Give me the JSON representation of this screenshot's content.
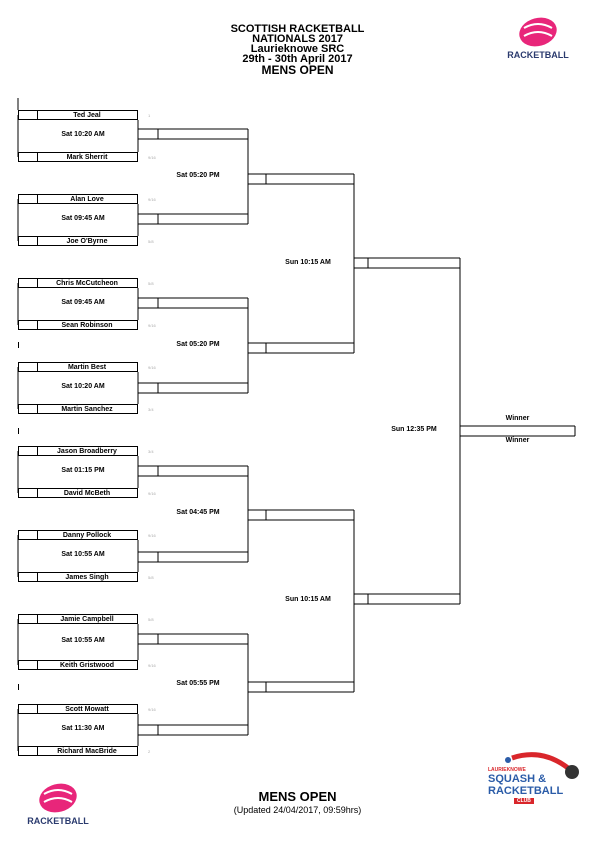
{
  "header": {
    "line1": "SCOTTISH RACKETBALL",
    "line2": "NATIONALS 2017",
    "line3": "Laurieknowe SRC",
    "line4": "29th - 30th April 2017",
    "line5": "MENS OPEN"
  },
  "logos": {
    "racketball_text": "RACKETBALL",
    "club_line1": "LAURIEKNOWE",
    "club_line2": "SQUASH &",
    "club_line3": "RACKETBALL",
    "club_line4": "CLUB",
    "pink": "#e8267a",
    "navy": "#2a3a6e",
    "red": "#d9262b",
    "blue": "#2b5ca8"
  },
  "players": [
    "Ted Jeal",
    "Mark Sherrit",
    "Alan Love",
    "Joe O'Byrne",
    "Chris McCutcheon",
    "Sean Robinson",
    "Martin Best",
    "Martin Sanchez",
    "Jason Broadberry",
    "David McBeth",
    "Danny Pollock",
    "James Singh",
    "Jamie Campbell",
    "Keith Gristwood",
    "Scott Mowatt",
    "Richard MacBride"
  ],
  "seeds": [
    "1",
    "9/16",
    "9/16",
    "5/8",
    "5/8",
    "9/16",
    "9/16",
    "3/4",
    "3/4",
    "9/16",
    "9/16",
    "5/8",
    "5/8",
    "9/16",
    "9/16",
    "2"
  ],
  "round1_times": [
    "Sat 10:20 AM",
    "Sat 09:45 AM",
    "Sat 09:45 AM",
    "Sat 10:20 AM",
    "Sat 01:15 PM",
    "Sat 10:55 AM",
    "Sat 10:55 AM",
    "Sat 11:30 AM"
  ],
  "qf_times": [
    "Sat 05:20 PM",
    "Sat 05:20 PM",
    "Sat 04:45 PM",
    "Sat 05:55 PM"
  ],
  "sf_times": [
    "Sun 10:15 AM",
    "Sun 10:15 AM"
  ],
  "final_time": "Sun 12:35 PM",
  "winner_label_top": "Winner",
  "winner_label_bottom": "Winner",
  "footer": {
    "title": "MENS OPEN",
    "updated": "(Updated 24/04/2017,  09:59hrs)"
  }
}
